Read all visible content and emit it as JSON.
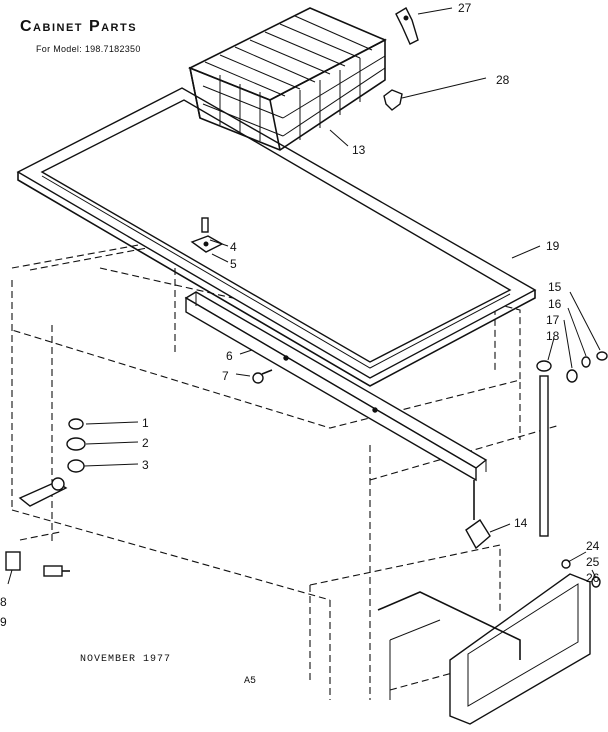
{
  "header": {
    "title": "Cabinet Parts",
    "model": "For Model: 198.7182350"
  },
  "footer": {
    "date": "NOVEMBER 1977",
    "code": "A5"
  },
  "callouts": {
    "c1": "1",
    "c2": "2",
    "c3": "3",
    "c4": "4",
    "c5": "5",
    "c6": "6",
    "c7": "7",
    "c8": "8",
    "c9": "9",
    "c13": "13",
    "c14": "14",
    "c15": "15",
    "c16": "16",
    "c17": "17",
    "c18": "18",
    "c19": "19",
    "c24": "24",
    "c25": "25",
    "c26": "26",
    "c27": "27",
    "c28": "28"
  }
}
